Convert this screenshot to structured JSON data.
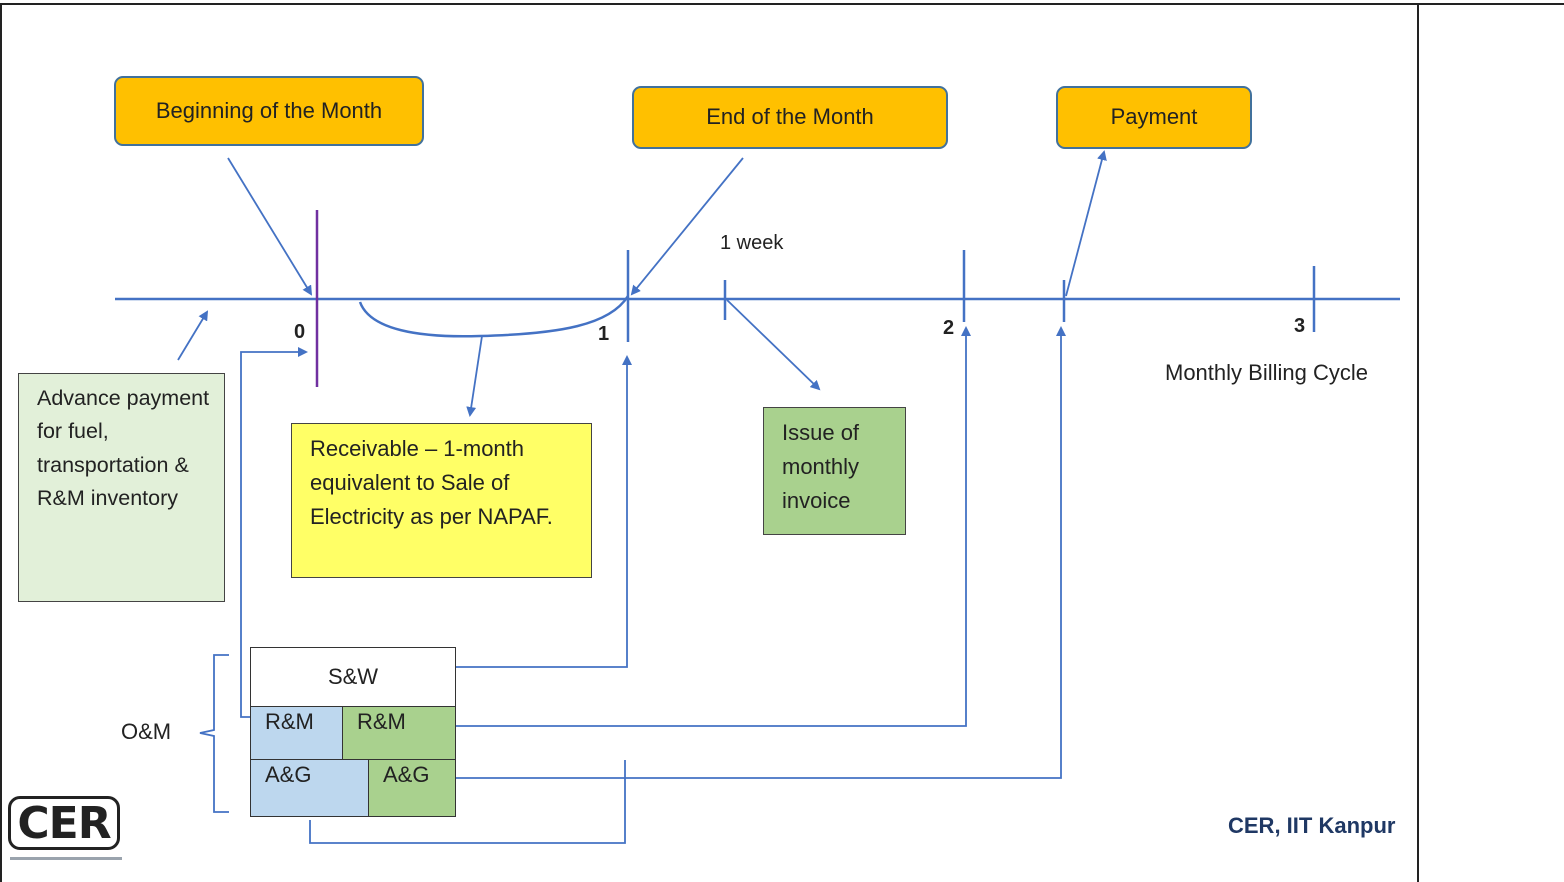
{
  "callouts": {
    "beginning": "Beginning of the Month",
    "end": "End of the Month",
    "payment": "Payment"
  },
  "timeline": {
    "marks": [
      "0",
      "1",
      "2",
      "3"
    ],
    "week_label": "1 week",
    "cycle_label": "Monthly Billing Cycle"
  },
  "notes": {
    "advance": "Advance payment for fuel, transportation & R&M inventory",
    "receivable": "Receivable – 1-month equivalent to Sale of Electricity as per NAPAF.",
    "invoice": "Issue of monthly invoice"
  },
  "om": {
    "label": "O&M",
    "sw": "S&W",
    "rm_left": "R&M",
    "rm_right": "R&M",
    "ag_left": "A&G",
    "ag_right": "A&G"
  },
  "footer": {
    "logo_text": "CER",
    "credit": "CER, IIT Kanpur"
  },
  "colors": {
    "line": "#4472c4",
    "callout": "#ffc000",
    "note_yellow": "#ffff66",
    "note_green": "#a9d18e",
    "note_light_green": "#e2f0d9",
    "cell_blue": "#bdd7ee",
    "credit": "#1f3864"
  }
}
